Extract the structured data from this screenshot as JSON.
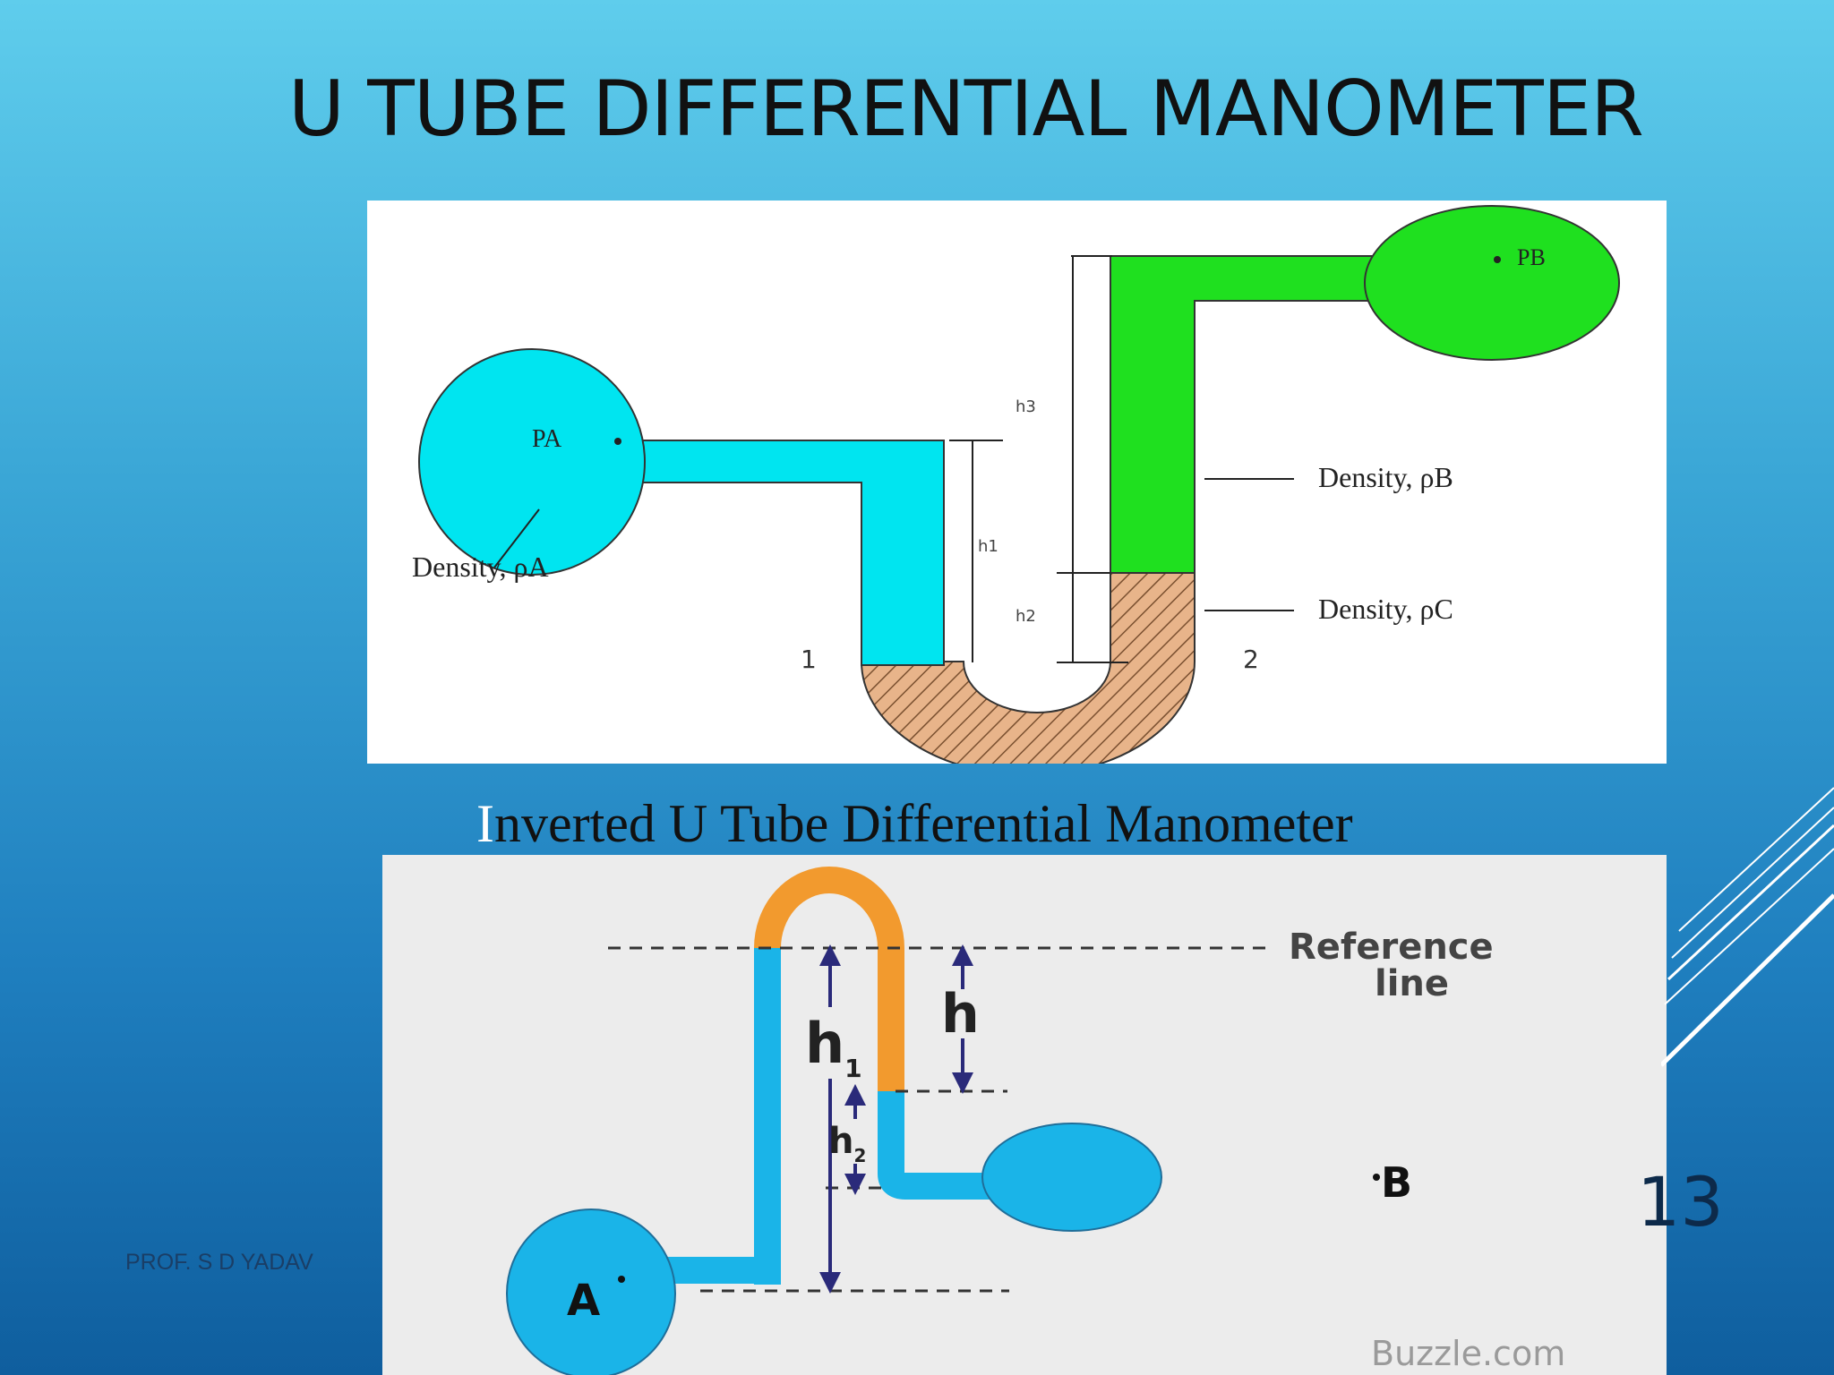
{
  "slide": {
    "title": "U TUBE DIFFERENTIAL MANOMETER",
    "footer_author": "PROF. S D YADAV",
    "page_number": "13"
  },
  "top_diagram": {
    "label_pa": "PA",
    "label_pb": "PB",
    "density_a": "Density, ρA",
    "density_b": "Density, ρB",
    "density_c": "Density, ρC",
    "h1": "h1",
    "h2": "h2",
    "h3": "h3",
    "point_1": "1",
    "point_2": "2",
    "colors": {
      "fluid_a": "#00e5f0",
      "fluid_b": "#1fe01f",
      "fluid_c": "#e8b48a"
    }
  },
  "caption": {
    "first_letter": "I",
    "rest": "nverted U Tube Differential Manometer"
  },
  "bottom_diagram": {
    "reference_line_1": "Reference",
    "reference_line_2": "line",
    "h": "h",
    "h1_main": "h",
    "h1_sub": "1",
    "h2_main": "h",
    "h2_sub": "2",
    "label_a": "A",
    "label_b": "B",
    "watermark": "Buzzle.com",
    "colors": {
      "fluid": "#1ab4e8",
      "top_fluid": "#f29a2e",
      "arrows": "#2a2a7a"
    }
  }
}
